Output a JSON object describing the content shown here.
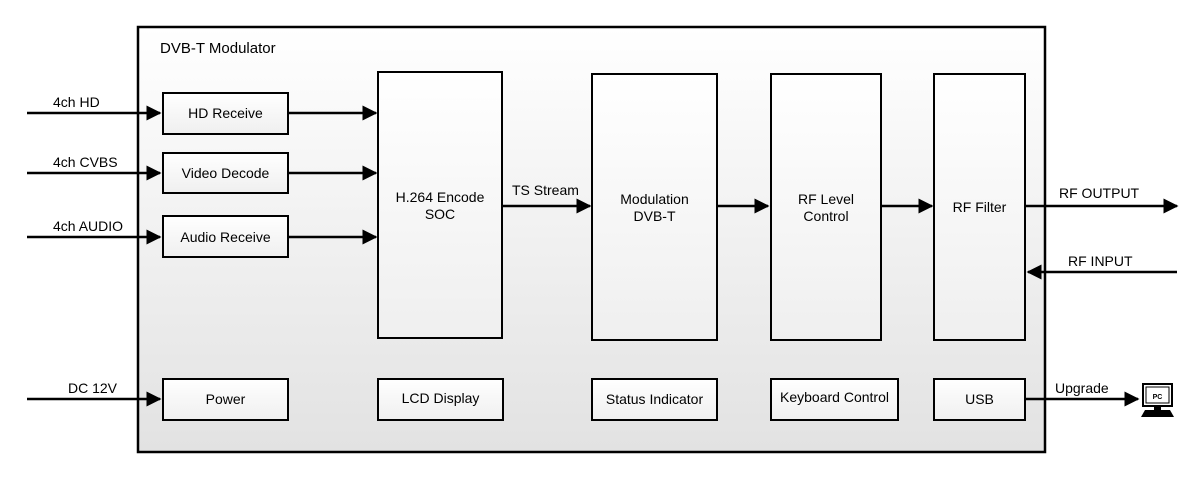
{
  "title": "DVB-T Modulator",
  "inputs": {
    "hd": "4ch HD",
    "cvbs": "4ch CVBS",
    "audio": "4ch AUDIO",
    "dc": "DC 12V"
  },
  "blocks": {
    "hd_receive": "HD Receive",
    "video_decode": "Video Decode",
    "audio_receive": "Audio Receive",
    "encode_line1": "H.264 Encode",
    "encode_line2": "SOC",
    "modulation_line1": "Modulation",
    "modulation_line2": "DVB-T",
    "rf_level_line1": "RF Level",
    "rf_level_line2": "Control",
    "rf_filter": "RF Filter",
    "power": "Power",
    "lcd_display": "LCD Display",
    "status_indicator": "Status Indicator",
    "keyboard_control": "Keyboard Control",
    "usb": "USB"
  },
  "connections": {
    "ts_stream": "TS Stream",
    "rf_output": "RF OUTPUT",
    "rf_input": "RF INPUT",
    "upgrade": "Upgrade"
  },
  "pc_icon": {
    "label": "PC",
    "icon": "pc-monitor-icon"
  }
}
